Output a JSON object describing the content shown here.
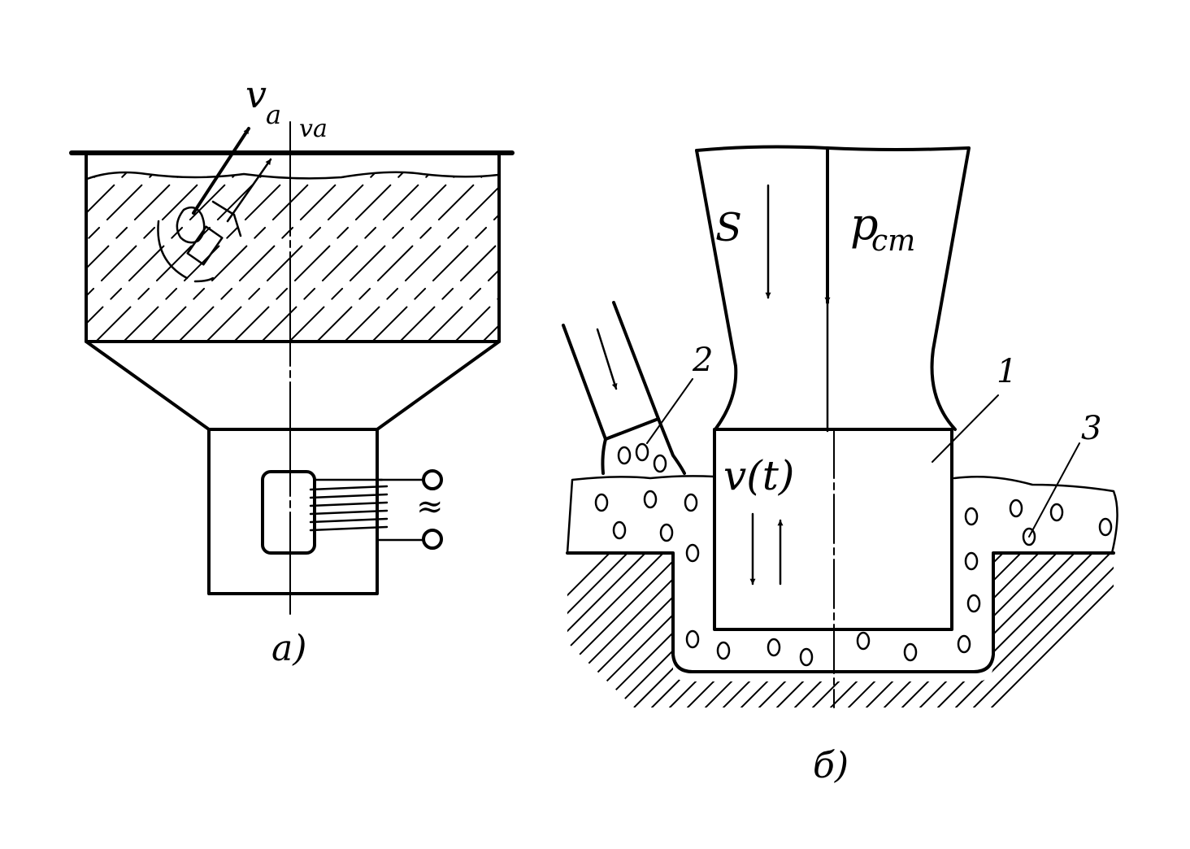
{
  "figure": {
    "panel_a": {
      "label": "a)",
      "velocity_label_inclined": "v",
      "velocity_label_inclined_sub": "a",
      "velocity_label_axis": "va",
      "ac_symbol": "≈"
    },
    "panel_b": {
      "label": "б)",
      "force_label": "S",
      "pressure_label": "p",
      "pressure_label_sub": "cm",
      "velocity_label": "v(t)",
      "callouts": [
        "1",
        "2",
        "3"
      ]
    },
    "colors": {
      "ink": "#000000",
      "paper": "#ffffff"
    }
  }
}
